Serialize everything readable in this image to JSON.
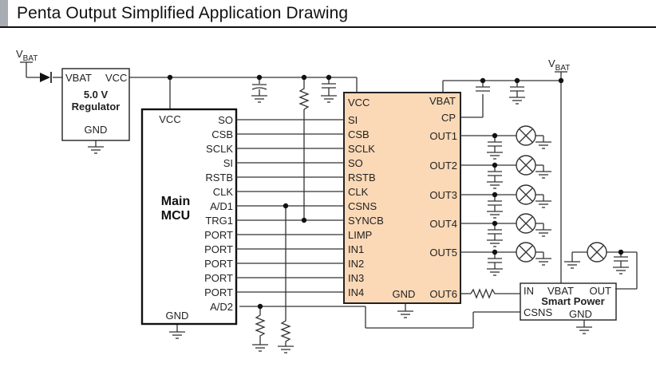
{
  "title": "Penta Output Simplified Application Drawing",
  "colors": {
    "ic_fill": "#fbd9b7",
    "accent_bar": "#a7adb2"
  },
  "vbat_label": {
    "main": "V",
    "sub": "BAT"
  },
  "regulator": {
    "pin_vbat": "VBAT",
    "pin_vcc": "VCC",
    "name_line1": "5.0 V",
    "name_line2": "Regulator",
    "pin_gnd": "GND"
  },
  "mcu": {
    "name_line1": "Main",
    "name_line2": "MCU",
    "pin_vcc": "VCC",
    "pin_gnd": "GND",
    "pins": [
      "SO",
      "CSB",
      "SCLK",
      "SI",
      "RSTB",
      "CLK",
      "A/D1",
      "TRG1",
      "PORT",
      "PORT",
      "PORT",
      "PORT",
      "PORT",
      "A/D2"
    ]
  },
  "penta_ic": {
    "pin_vcc": "VCC",
    "left_pins": [
      "SI",
      "CSB",
      "SCLK",
      "SO",
      "RSTB",
      "CLK",
      "CSNS",
      "SYNCB",
      "LIMP",
      "IN1",
      "IN2",
      "IN3",
      "IN4"
    ],
    "pin_gnd": "GND",
    "pin_vbat": "VBAT",
    "pin_cp": "CP",
    "outputs": [
      "OUT1",
      "OUT2",
      "OUT3",
      "OUT4",
      "OUT5",
      "OUT6"
    ]
  },
  "smart_power": {
    "pin_in": "IN",
    "pin_vbat": "VBAT",
    "pin_out": "OUT",
    "name": "Smart Power",
    "pin_csns": "CSNS",
    "pin_gnd": "GND"
  }
}
